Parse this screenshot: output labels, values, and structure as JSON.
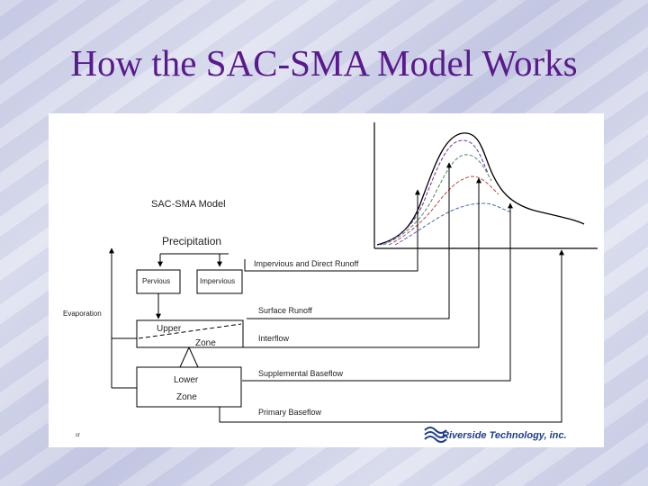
{
  "slide": {
    "title": "How the SAC-SMA Model Works"
  },
  "diagram": {
    "model_title": "SAC-SMA Model",
    "precipitation": "Precipitation",
    "evaporation": "Evaporation",
    "pervious": "Pervious",
    "impervious": "Impervious",
    "upper_zone_line1": "Upper",
    "upper_zone_line2": "Zone",
    "lower_zone_line1": "Lower",
    "lower_zone_line2": "Zone",
    "flows": [
      {
        "label": "Impervious  and Direct Runoff"
      },
      {
        "label": "Surface Runoff"
      },
      {
        "label": "Interflow"
      },
      {
        "label": "Supplemental Baseflow"
      },
      {
        "label": "Primary Baseflow"
      }
    ],
    "corner_mark": "cr",
    "brand_name": "Riverside Technology, inc.",
    "brand_icon": "wave-logo-icon"
  },
  "colors": {
    "title": "#5a1a8c",
    "brand": "#1f3d8c",
    "hydro_curves": [
      "#6a2f9a",
      "#4a8a6a",
      "#b04a4a",
      "#4a6ab0"
    ]
  }
}
